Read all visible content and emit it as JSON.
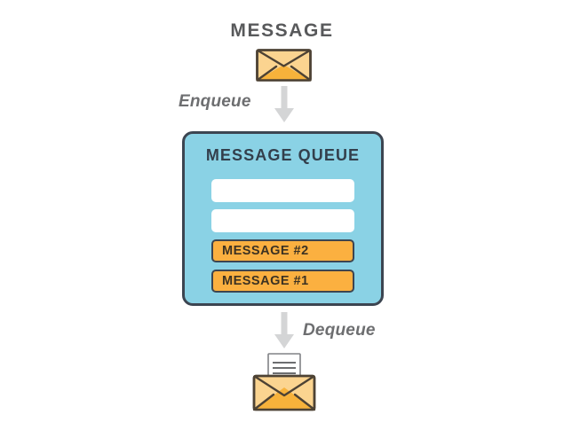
{
  "diagram": {
    "title": "MESSAGE",
    "flow": {
      "enqueue_label": "Enqueue",
      "dequeue_label": "Dequeue"
    },
    "queue": {
      "title": "MESSAGE QUEUE",
      "slots": [
        {
          "label": "",
          "state": "empty"
        },
        {
          "label": "",
          "state": "empty"
        },
        {
          "label": "MESSAGE #2",
          "state": "filled"
        },
        {
          "label": "MESSAGE #1",
          "state": "filled"
        }
      ]
    },
    "icons": {
      "top": "closed-envelope-icon",
      "bottom": "open-envelope-with-letter-icon",
      "arrow_down": "arrow-down-icon"
    },
    "colors": {
      "queue_fill": "#8AD2E5",
      "queue_border": "#3C4551",
      "message_fill": "#FBB040",
      "message_border": "#3C4551",
      "empty_slot_fill": "#FFFFFF",
      "arrow_gray": "#D4D5D6",
      "title_gray": "#58595B",
      "label_gray": "#6D6E70",
      "envelope_light": "#FBD490",
      "envelope_dark": "#F7B23B",
      "envelope_outline": "#4D4234",
      "page_background": "#FFFFFF"
    }
  }
}
